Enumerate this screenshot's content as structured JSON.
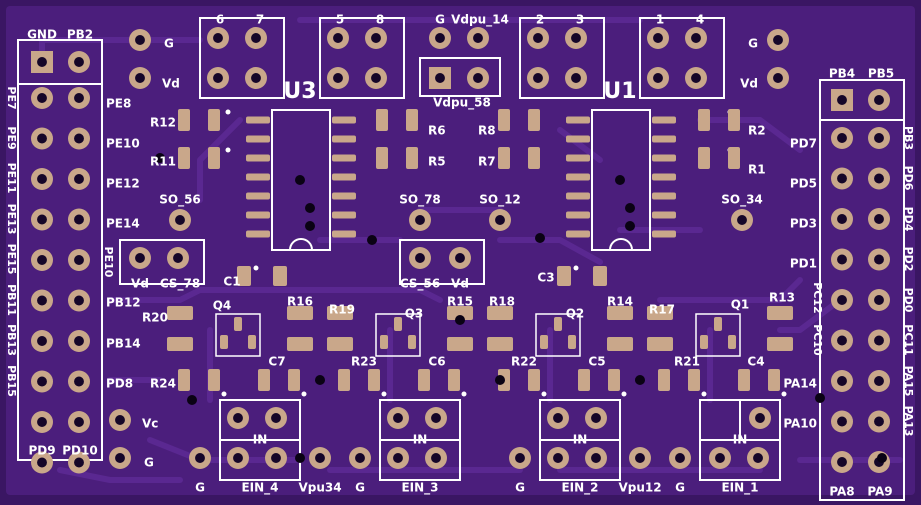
{
  "colors": {
    "board": "#3a1663",
    "copper": "#5a2891",
    "pad": "#c9a78a",
    "silk": "#ffffff",
    "hole": "#150628"
  },
  "ics": [
    {
      "ref": "U3"
    },
    {
      "ref": "U1"
    }
  ],
  "labels": [
    "GND",
    "PB2",
    "PB4",
    "PB5",
    "PE7",
    "PE9",
    "PE11",
    "PE13",
    "PE15",
    "PB11",
    "PB13",
    "PB15",
    "PE8",
    "PE10",
    "PE12",
    "PE14",
    "PE10",
    "PB12",
    "PB14",
    "PD8",
    "PD9",
    "PD10",
    "PD7",
    "PD5",
    "PD3",
    "PD1",
    "PC12",
    "PC10",
    "PA14",
    "PA10",
    "PB3",
    "PD6",
    "PD4",
    "PD2",
    "PD0",
    "PC11",
    "PA15",
    "PA13",
    "PA8",
    "PA9",
    "G",
    "Vd",
    "G",
    "Vd",
    "Vc",
    "G",
    "6",
    "7",
    "5",
    "8",
    "G",
    "Vdpu_14",
    "2",
    "3",
    "1",
    "4",
    "Vdpu_58",
    "R12",
    "R11",
    "R6",
    "R5",
    "R8",
    "R7",
    "R2",
    "R1",
    "SO_56",
    "SO_78",
    "SO_12",
    "SO_34",
    "Vd",
    "CS_78",
    "CS_56",
    "Vd",
    "C1",
    "C3",
    "Q4",
    "Q3",
    "Q2",
    "Q1",
    "R20",
    "R16",
    "R19",
    "R15",
    "R18",
    "R14",
    "R17",
    "R13",
    "C7",
    "R23",
    "C6",
    "R22",
    "C5",
    "R21",
    "C4",
    "R24",
    "IN",
    "IN",
    "IN",
    "IN",
    "G",
    "EIN_4",
    "Vpu34",
    "G",
    "EIN_3",
    "G",
    "EIN_2",
    "Vpu12",
    "G",
    "EIN_1"
  ]
}
